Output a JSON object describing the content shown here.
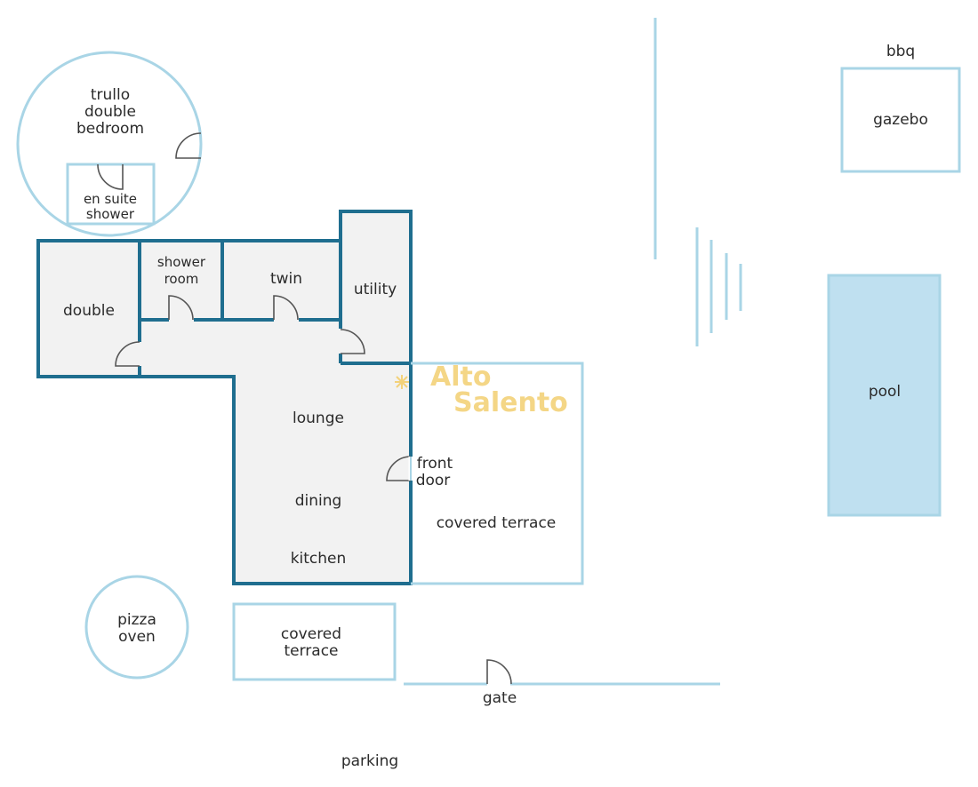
{
  "colors": {
    "wall": "#1f6e8f",
    "outline_light": "#a9d5e6",
    "room_fill": "#f2f2f2",
    "pool": "#bfe0f0",
    "watermark": "#f3d27a"
  },
  "labels": {
    "trullo": [
      "trullo",
      "double",
      "bedroom"
    ],
    "en_suite": [
      "en suite",
      "shower"
    ],
    "double": "double",
    "shower_room": [
      "shower",
      "room"
    ],
    "twin": "twin",
    "utility": "utility",
    "lounge": "lounge",
    "dining": "dining",
    "kitchen": "kitchen",
    "front_door": [
      "front",
      "door"
    ],
    "covered_terrace_main": "covered terrace",
    "covered_terrace_small": [
      "covered",
      "terrace"
    ],
    "pizza_oven": [
      "pizza",
      "oven"
    ],
    "gate": "gate",
    "parking": "parking",
    "bbq": "bbq",
    "gazebo": "gazebo",
    "pool": "pool"
  },
  "watermark": [
    "Alto",
    "Salento"
  ]
}
